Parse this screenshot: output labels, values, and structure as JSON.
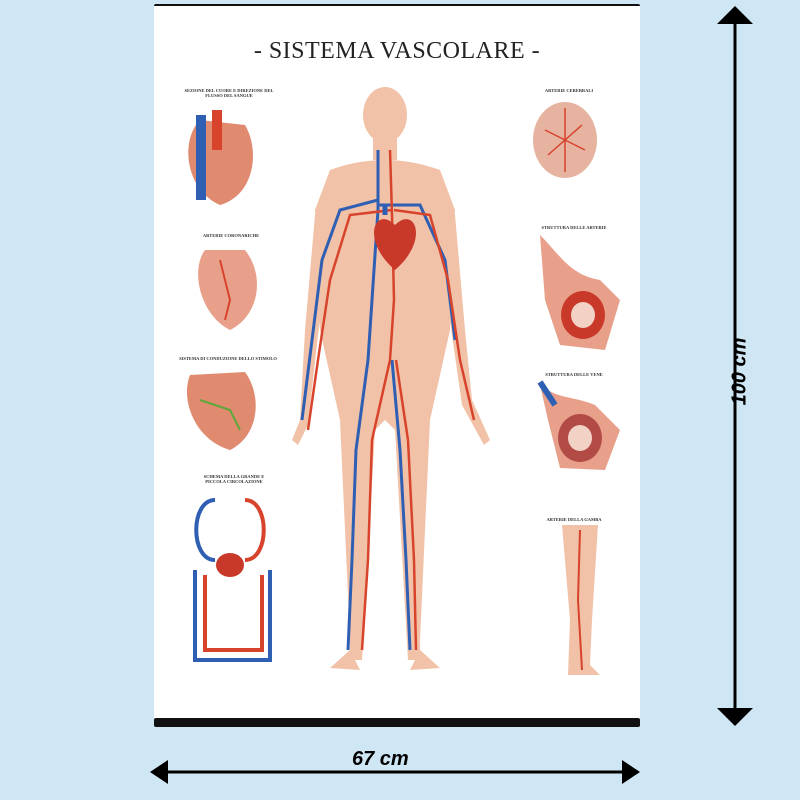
{
  "poster": {
    "title": "- SISTEMA VASCOLARE -",
    "insets": [
      {
        "id": "heart-section",
        "label": "SEZIONE DEL CUORE E DIREZIONE DEL FLUSSO DEL SANGUE"
      },
      {
        "id": "coronary",
        "label": "ARTERIE CORONARICHE"
      },
      {
        "id": "conduction",
        "label": "SISTEMA DI CONDUZIONE DELLO STIMOLO"
      },
      {
        "id": "circulation",
        "label": "SCHEMA DELLA GRANDE E PICCOLA CIRCOLAZIONE"
      },
      {
        "id": "cerebral",
        "label": "ARTERIE CEREBRALI"
      },
      {
        "id": "artery-structure",
        "label": "STRUTTURA DELLE ARTERIE"
      },
      {
        "id": "vein-structure",
        "label": "STRUTTURA DELLE VENE"
      },
      {
        "id": "leg-arteries",
        "label": "ARTERIE DELLA GAMBA"
      }
    ]
  },
  "dimensions": {
    "width_label": "67 cm",
    "height_label": "100 cm"
  },
  "colors": {
    "background": "#cfe6f4",
    "artery": "#d8432c",
    "vein": "#2f5fb3",
    "skin": "#f1c2a8"
  },
  "icons": [
    "body-figure-icon",
    "heart-icon",
    "brain-icon",
    "artery-cross-section-icon",
    "vein-cross-section-icon",
    "leg-icon",
    "circulation-diagram-icon",
    "arrow-horizontal-icon",
    "arrow-vertical-icon"
  ]
}
